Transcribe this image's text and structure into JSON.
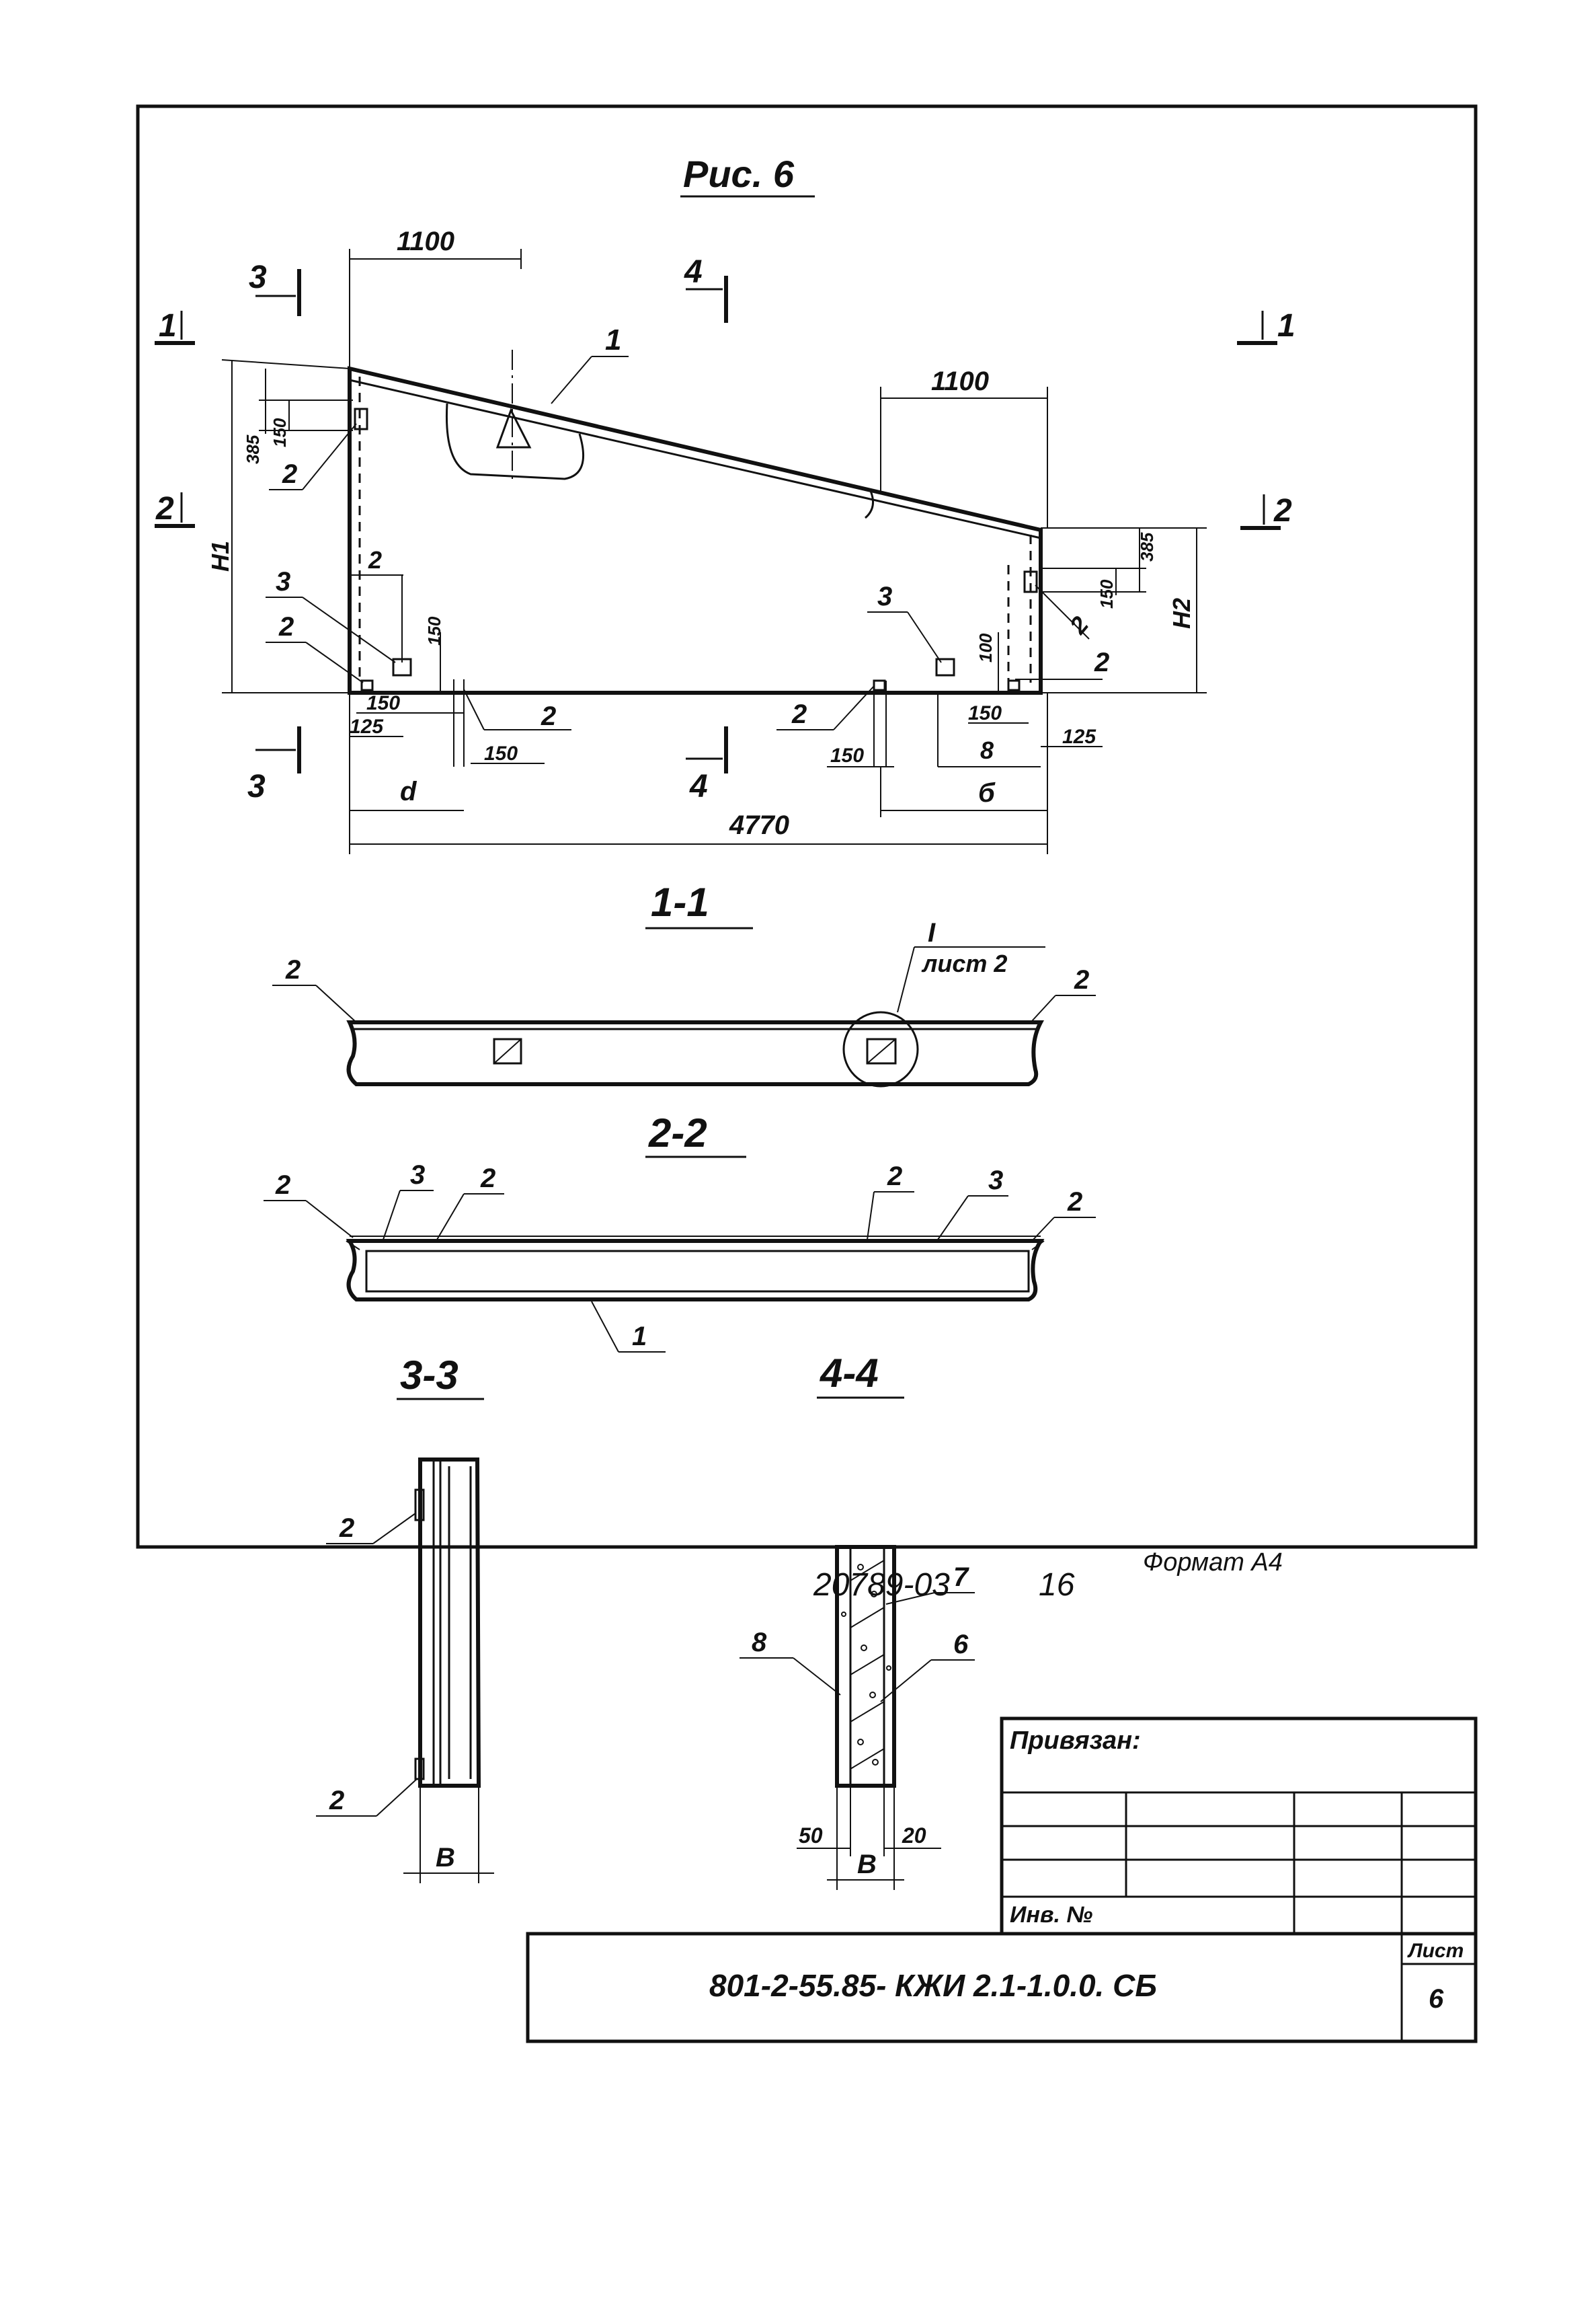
{
  "figure": {
    "title": "Рис. 6"
  },
  "elevation": {
    "dims": {
      "top_left": "1100",
      "top_right": "1100",
      "total": "4770",
      "d": "d",
      "b": "б",
      "v": "8",
      "h1": "H1",
      "h2": "H2",
      "left_385": "385",
      "left_150": "150",
      "right_385": "385",
      "right_150": "150",
      "bl_2": "2",
      "bl_150_v": "150",
      "bl_150": "150",
      "bl_125": "125",
      "b_150": "150",
      "mid_150": "150",
      "r_100": "100",
      "r_150": "150",
      "r_125": "125"
    },
    "section_marks": {
      "s1": "1",
      "s2": "2",
      "s3": "3",
      "s4": "4"
    },
    "callouts": {
      "c1": "1",
      "c2": "2",
      "c3": "3"
    }
  },
  "section_1_1": {
    "title": "1-1",
    "ref_roman": "I",
    "ref_sheet": "лист 2",
    "callout": "2"
  },
  "section_2_2": {
    "title": "2-2",
    "callout_1": "1",
    "callout_2": "2",
    "callout_3": "3"
  },
  "section_3_3": {
    "title": "3-3",
    "callout": "2",
    "dim": "В"
  },
  "section_4_4": {
    "title": "4-4",
    "callout_6": "6",
    "callout_7": "7",
    "callout_8": "8",
    "dim_50": "50",
    "dim_b": "В",
    "dim_20": "20"
  },
  "title_block": {
    "bound_label": "Привязан:",
    "inv_label": "Инв. №",
    "doc_code": "801-2-55.85- КЖИ 2.1-1.0.0. СБ",
    "sheet_label": "Лист",
    "sheet_number": "6"
  },
  "footer": {
    "number": "20789-03",
    "page": "16",
    "format": "Формат А4"
  }
}
